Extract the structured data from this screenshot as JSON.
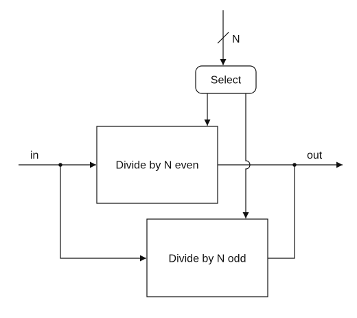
{
  "signals": {
    "input": "in",
    "output": "out",
    "bus": "N"
  },
  "blocks": {
    "select": "Select",
    "even": "Divide by N even",
    "odd": "Divide by N odd"
  },
  "colors": {
    "line": "#111111",
    "background": "#ffffff"
  }
}
